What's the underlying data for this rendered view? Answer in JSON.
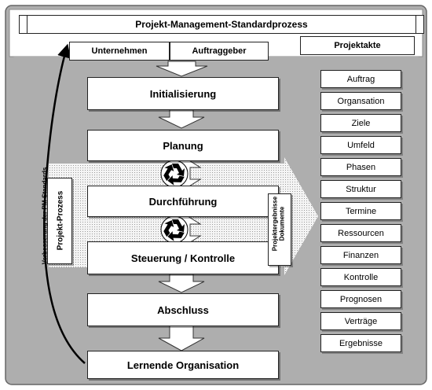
{
  "diagram": {
    "title": "Projekt-Management-Standardprozess",
    "stakeholders": [
      "Unternehmen",
      "Auftraggeber"
    ],
    "projektakte": {
      "heading": "Projektakte",
      "documents": [
        "Auftrag",
        "Organsation",
        "Ziele",
        "Umfeld",
        "Phasen",
        "Struktur",
        "Termine",
        "Ressourcen",
        "Finanzen",
        "Kontrolle",
        "Prognosen",
        "Verträge",
        "Ergebnisse"
      ]
    },
    "phases": [
      "Initialisierung",
      "Planung",
      "Durchführung",
      "Steuerung / Kontrolle",
      "Abschluss",
      "Lernende Organisation"
    ],
    "side_labels": {
      "feedback": "Verbesserung der PM-Standards",
      "process": "Projekt-Prozess",
      "results_line1": "Projektergebnisse",
      "results_line2": "Dokumente"
    },
    "colors": {
      "background": "#aeaeae",
      "panel_border": "#666666",
      "box_fill": "#ffffff",
      "recycle": "#000000",
      "band": "#e2e2e2"
    }
  }
}
